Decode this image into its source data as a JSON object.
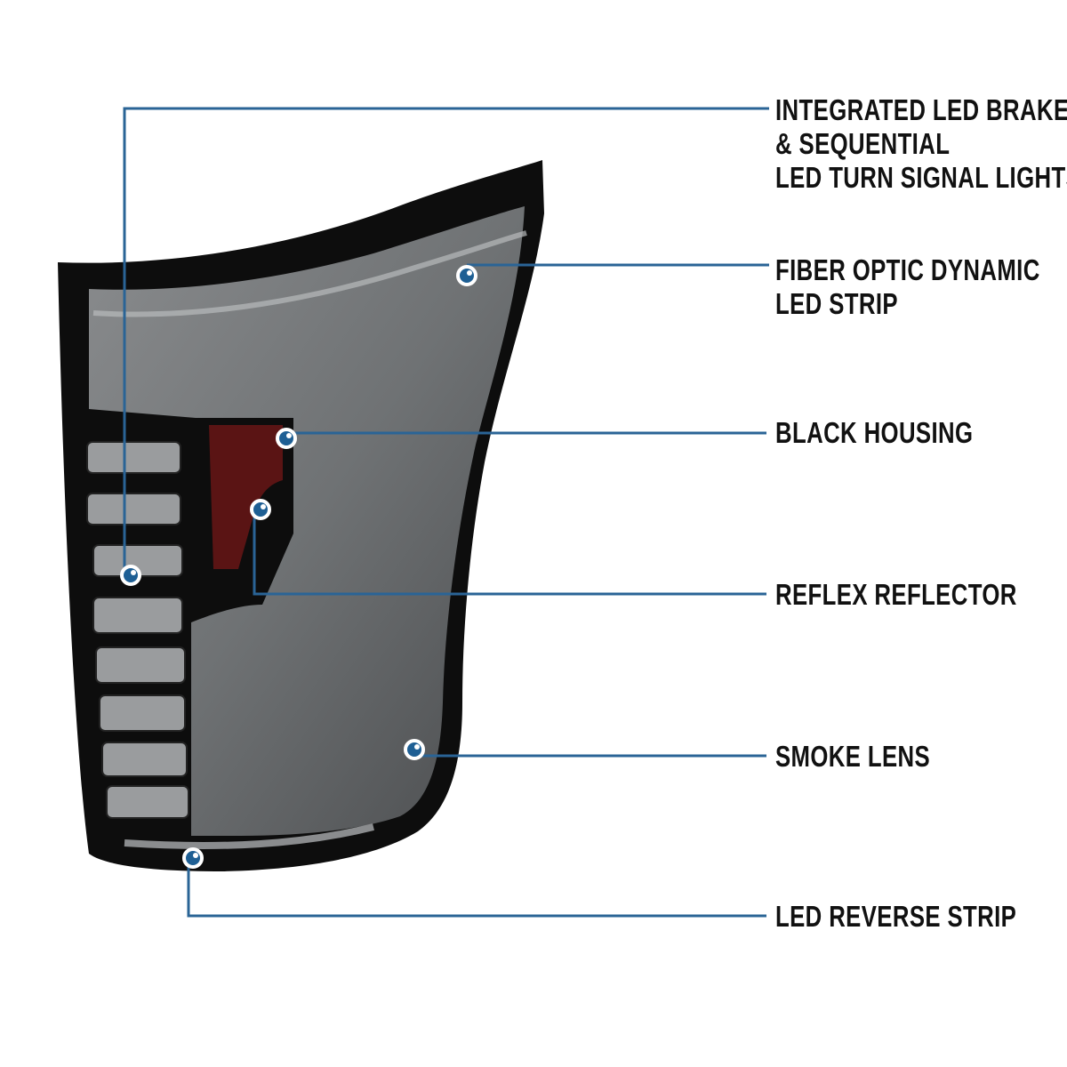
{
  "colors": {
    "line": "#2a6496",
    "dot": "#1e5f94",
    "housing": "#0d0d0d"
  },
  "callouts": [
    {
      "lines": [
        "INTEGRATED LED BRAKE",
        "& SEQUENTIAL",
        "LED TURN SIGNAL LIGHTS"
      ]
    },
    {
      "lines": [
        "FIBER OPTIC DYNAMIC",
        "LED STRIP"
      ]
    },
    {
      "lines": [
        "BLACK HOUSING"
      ]
    },
    {
      "lines": [
        "REFLEX REFLECTOR"
      ]
    },
    {
      "lines": [
        "SMOKE LENS"
      ]
    },
    {
      "lines": [
        "LED REVERSE STRIP"
      ]
    }
  ]
}
